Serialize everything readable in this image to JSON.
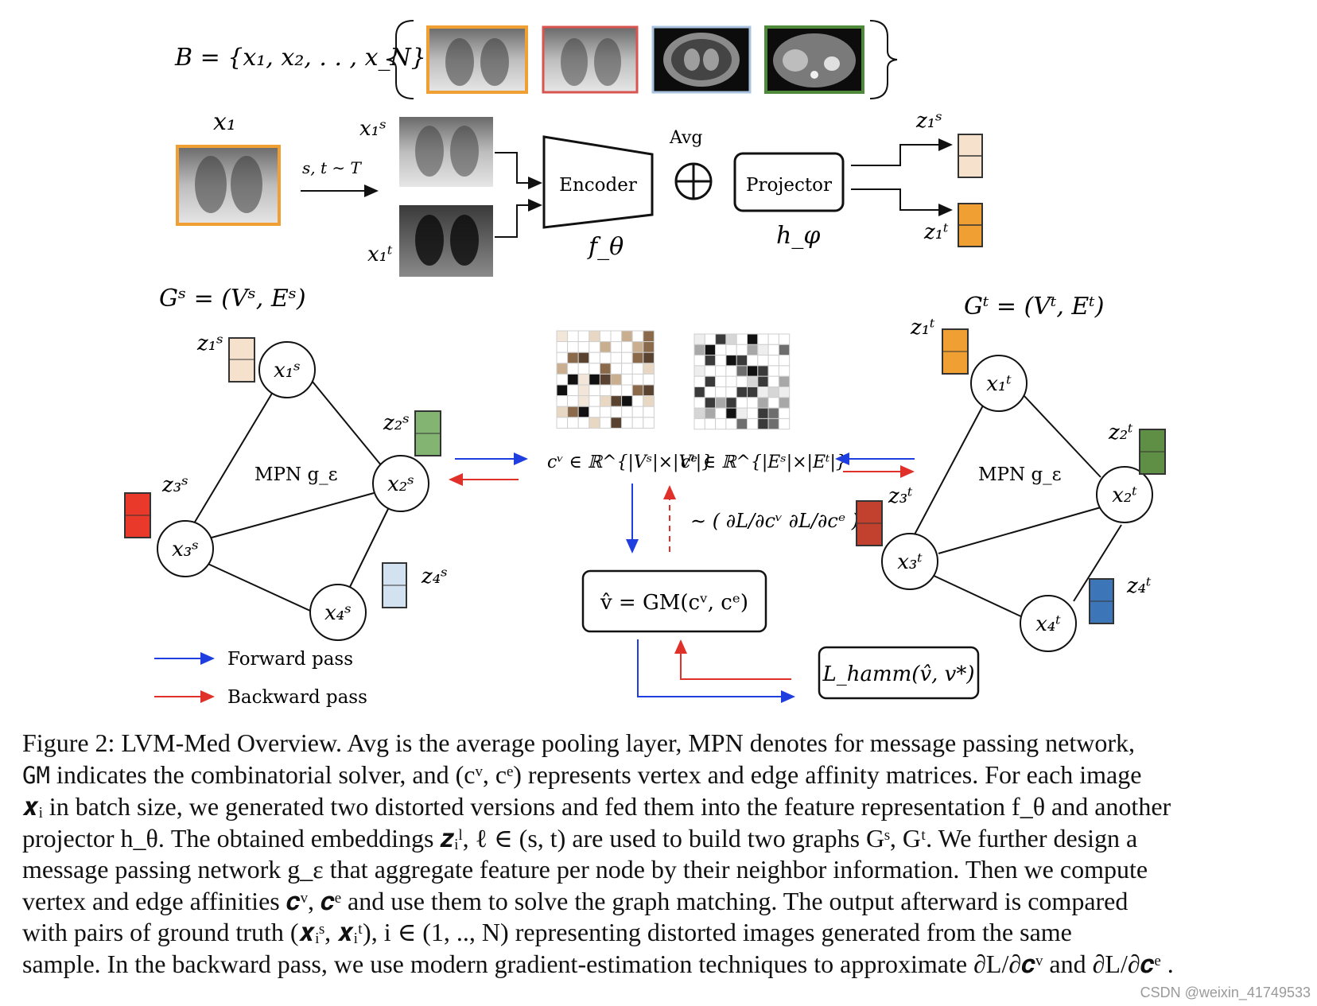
{
  "header": {
    "batch_set": "B = {x₁, x₂, . . , x_N}",
    "sample_label": "x₁",
    "transform_label": "s, t ∼ T",
    "view_s_label": "x₁ˢ",
    "view_t_label": "x₁ᵗ",
    "encoder_label": "Encoder",
    "encoder_fn": "f_θ",
    "avg_label": "Avg",
    "projector_label": "Projector",
    "projector_fn": "h_φ",
    "emb_s_label": "z₁ˢ",
    "emb_t_label": "z₁ᵗ"
  },
  "graph_s": {
    "title": "Gˢ = (Vˢ, Eˢ)",
    "mpn_label": "MPN g_ε",
    "nodes": [
      {
        "label": "x₁ˢ",
        "emb": "z₁ˢ",
        "color": "#f6e2cc"
      },
      {
        "label": "x₂ˢ",
        "emb": "z₂ˢ",
        "color": "#83b472"
      },
      {
        "label": "x₃ˢ",
        "emb": "z₃ˢ",
        "color": "#e8392a"
      },
      {
        "label": "x₄ˢ",
        "emb": "z₄ˢ",
        "color": "#d3e2f0"
      }
    ]
  },
  "graph_t": {
    "title": "Gᵗ = (Vᵗ, Eᵗ)",
    "mpn_label": "MPN g_ε",
    "nodes": [
      {
        "label": "x₁ᵗ",
        "emb": "z₁ᵗ",
        "color": "#f0a033"
      },
      {
        "label": "x₂ᵗ",
        "emb": "z₂ᵗ",
        "color": "#5f8f44"
      },
      {
        "label": "x₃ᵗ",
        "emb": "z₃ᵗ",
        "color": "#c2412e"
      },
      {
        "label": "x₄ᵗ",
        "emb": "z₄ᵗ",
        "color": "#3d76b8"
      }
    ]
  },
  "center": {
    "vertex_affinity": "cᵛ ∈ ℝ^{|Vˢ|×|Vᵗ|}",
    "edge_affinity": "cᵉ ∈ ℝ^{|Eˢ|×|Eᵗ|}",
    "gradient_label": "∼ ( ∂L/∂cᵛ   ∂L/∂cᵉ )",
    "solver_label": "v̂ = GM(cᵛ, cᵉ)",
    "loss_label": "L_hamm(v̂, v*)"
  },
  "legend": {
    "forward": "Forward pass",
    "backward": "Backward pass",
    "forward_color": "#1f3ee0",
    "backward_color": "#e0302a"
  },
  "caption": {
    "line1": "Figure 2: LVM-Med Overview. Avg is the average pooling layer, MPN denotes for message passing network,",
    "line2_gm": "GM",
    "line2": " indicates the combinatorial solver, and (cᵛ, cᵉ) represents vertex and edge affinity matrices. For each image",
    "line3": "𝒙ᵢ in batch size, we generated two distorted versions and fed them into the feature representation f_θ and another",
    "line4": "projector h_θ. The obtained embeddings 𝒛ᵢˡ, ℓ ∈ (s, t) are used to build two graphs Gˢ, Gᵗ. We further design a",
    "line5": "message passing network g_ε that aggregate feature per node by their neighbor information. Then we compute",
    "line6": "vertex and edge affinities 𝒄ᵛ, 𝒄ᵉ and use them to solve the graph matching. The output afterward is compared",
    "line7": "with pairs of ground truth (𝒙ᵢˢ, 𝒙ᵢᵗ), i ∈ (1, .., N) representing distorted images generated from the same",
    "line8": "sample. In the backward pass, we use modern gradient-estimation techniques to approximate ∂L/∂𝒄ᵛ and ∂L/∂𝒄ᵉ ."
  },
  "watermark": "CSDN @weixin_41749533"
}
